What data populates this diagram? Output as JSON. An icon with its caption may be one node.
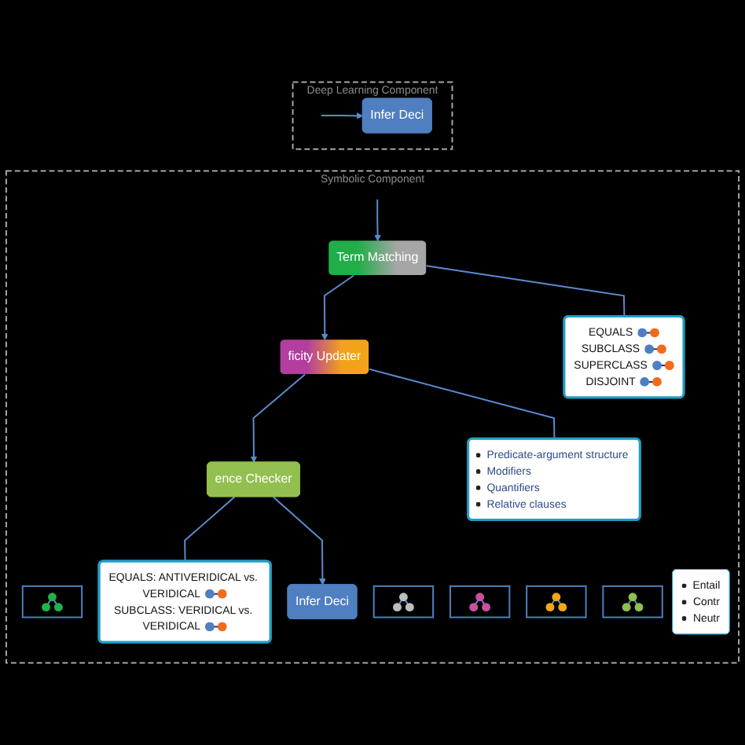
{
  "diagram": {
    "nodes": [
      {
        "text": [
          "Deep Learning Component"
        ]
      },
      {
        "text": [
          "Infer Deci"
        ],
        "in": 0
      },
      {
        "text": [
          "Symbolic Component"
        ]
      },
      {
        "text": [],
        "shape": "picture",
        "in": 2
      },
      {
        "text": [],
        "shape": "picture",
        "in": 2
      },
      {
        "text": [
          "Term Matching"
        ],
        "in": 2
      },
      {
        "text": [
          "EQUALS",
          "SUBCLASS",
          "SUPERCLASS",
          "DISJOINT"
        ],
        "in": 2
      },
      {
        "text": [],
        "shape": "picture",
        "in": 2
      },
      {
        "text": [],
        "shape": "picture",
        "in": 2
      },
      {
        "text": [
          "ficity Updater"
        ],
        "in": 2
      },
      {
        "text": [
          "Predicate-argument structure",
          "Modifiers",
          "Quantifiers",
          "Relative clauses"
        ],
        "in": 2
      },
      {
        "text": [],
        "shape": "picture",
        "in": 2
      },
      {
        "text": [
          "ence Checker"
        ],
        "in": 2
      },
      {
        "text": [
          "EQUALS: ANTIVERIDICAL vs. VERIDICAL",
          "SUBCLASS: VERIDICAL vs. VERIDICAL"
        ],
        "in": 2
      },
      {
        "text": [
          "Entail",
          "Contr",
          "Neutr"
        ],
        "in": 2
      },
      {
        "text": [
          "Infer Deci"
        ],
        "in": 2
      }
    ],
    "edges": [
      {
        "from": null,
        "to": 1,
        "arrow": "to"
      },
      {
        "from": null,
        "to": 5,
        "arrow": "to"
      },
      {
        "from": 5,
        "to": 9,
        "arrow": "to"
      },
      {
        "from": 9,
        "to": 12,
        "arrow": "to"
      },
      {
        "from": 5,
        "to": 6,
        "arrow": "none"
      },
      {
        "from": 9,
        "to": 10,
        "arrow": "none"
      },
      {
        "from": 12,
        "to": 13,
        "arrow": "none"
      },
      {
        "from": 12,
        "to": 15,
        "arrow": "to"
      }
    ]
  }
}
